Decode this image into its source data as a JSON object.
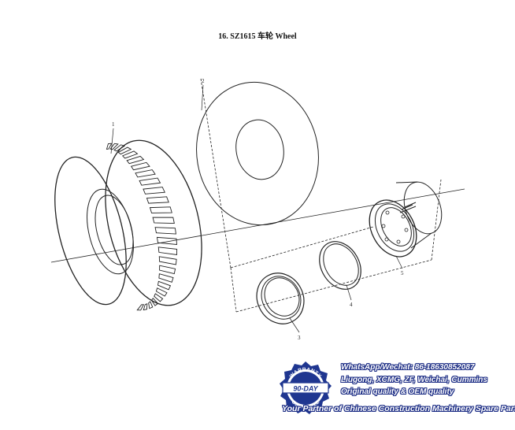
{
  "title": "16. SZ1615 车轮 Wheel",
  "callouts": {
    "tire": "1",
    "flap": "2",
    "lock_ring": "3",
    "side_ring": "4",
    "rim": "5"
  },
  "badge": {
    "top_text": "WARRANTY",
    "center_text": "90-DAY",
    "bottom_text": "GUARANTEE"
  },
  "footer": {
    "contact": "WhatsApp/Wechat: 86-18630852087",
    "brands": "Liugong, XCMG, ZF, Weichai, Cummins",
    "quality": "Original quality & OEM quality",
    "tagline": "Your Partner of Chinese Construction Machinery Spare Parts"
  },
  "colors": {
    "line": "#222222",
    "brand_blue": "#1e2f86",
    "badge_blue": "#1f3690"
  }
}
